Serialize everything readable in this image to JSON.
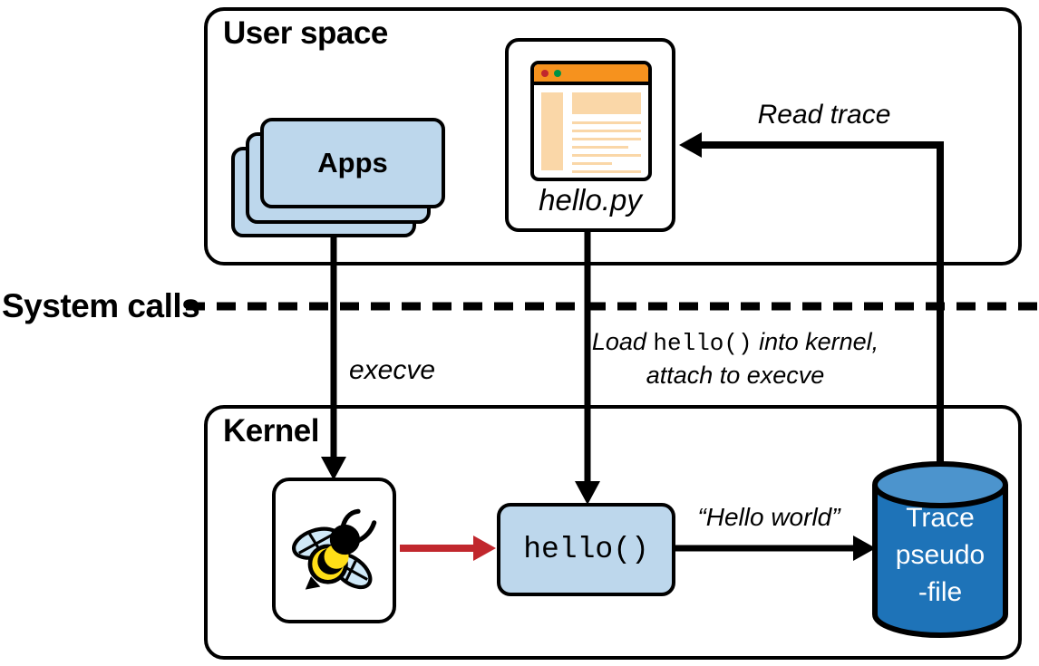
{
  "regions": {
    "user_space": {
      "label": "User space"
    },
    "kernel": {
      "label": "Kernel"
    },
    "system_calls": {
      "label": "System calls"
    }
  },
  "nodes": {
    "apps": {
      "label": "Apps"
    },
    "hello_py": {
      "label": "hello.py"
    },
    "ebpf_bee": {
      "icon": "ebpf-bee"
    },
    "hello_fn": {
      "label": "hello()"
    },
    "trace_pseudo_file": {
      "line1": "Trace",
      "line2": "pseudo",
      "line3": "-file"
    }
  },
  "arrows": {
    "execve": {
      "label": "execve"
    },
    "load": {
      "pre": "Load ",
      "code": "hello()",
      "post": " into kernel,",
      "line2": "attach to execve"
    },
    "read_trace": {
      "label": "Read trace"
    },
    "hello_world": {
      "label": "“Hello world”"
    }
  },
  "colors": {
    "node_blue": "#BDD7EC",
    "cylinder_body": "#1E73B8",
    "cylinder_top": "#4C94CD",
    "browser_header_orange": "#F6921E",
    "browser_content_peach": "#FAD7A8",
    "dot_red": "#C1272D",
    "dot_green": "#009245",
    "arrow_red": "#C1272D",
    "line_black": "#000000"
  }
}
